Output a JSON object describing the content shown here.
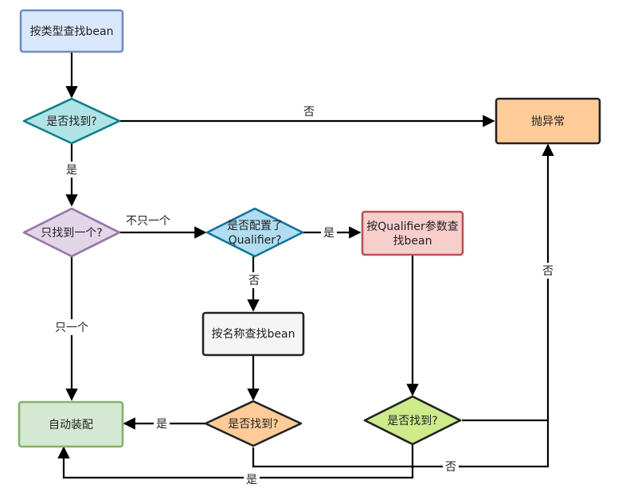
{
  "nodes": {
    "find_by_type": {
      "label": "按类型查找bean",
      "stroke": "#6c8ebf",
      "fill": "#dae8fc"
    },
    "found_1": {
      "label": "是否找到?",
      "stroke": "#0e8088",
      "fill": "#b0e3e6"
    },
    "throw_exception": {
      "label": "抛异常",
      "stroke": "#222222",
      "fill": "#ffcc99"
    },
    "only_one": {
      "label": "只找到一个?",
      "stroke": "#9673a6",
      "fill": "#e1d5e7"
    },
    "qualifier_configured": {
      "label_line1": "是否配置了",
      "label_line2": "Qualifier?",
      "stroke": "#10739e",
      "fill": "#b1ddf0"
    },
    "find_by_qualifier": {
      "label_line1": "按Qualifier参数查",
      "label_line2": "找bean",
      "stroke": "#b85450",
      "fill": "#f8cecc"
    },
    "find_by_name": {
      "label": "按名称查找bean",
      "stroke": "#222222",
      "fill": "#f5f5f5"
    },
    "autowire": {
      "label": "自动装配",
      "stroke": "#82b366",
      "fill": "#d5e8d4"
    },
    "found_2": {
      "label": "是否找到?",
      "stroke": "#222222",
      "fill": "#ffcc99"
    },
    "found_3": {
      "label": "是否找到?",
      "stroke": "#222222",
      "fill": "#cdeb8b"
    }
  },
  "edges": {
    "no_top": "否",
    "yes_left": "是",
    "not_only_one": "不只一个",
    "yes_qualifier": "是",
    "no_qualifier": "否",
    "only_one": "只一个",
    "yes_found2": "是",
    "no_right": "否",
    "no_bottom": "否",
    "yes_bottom": "是"
  }
}
